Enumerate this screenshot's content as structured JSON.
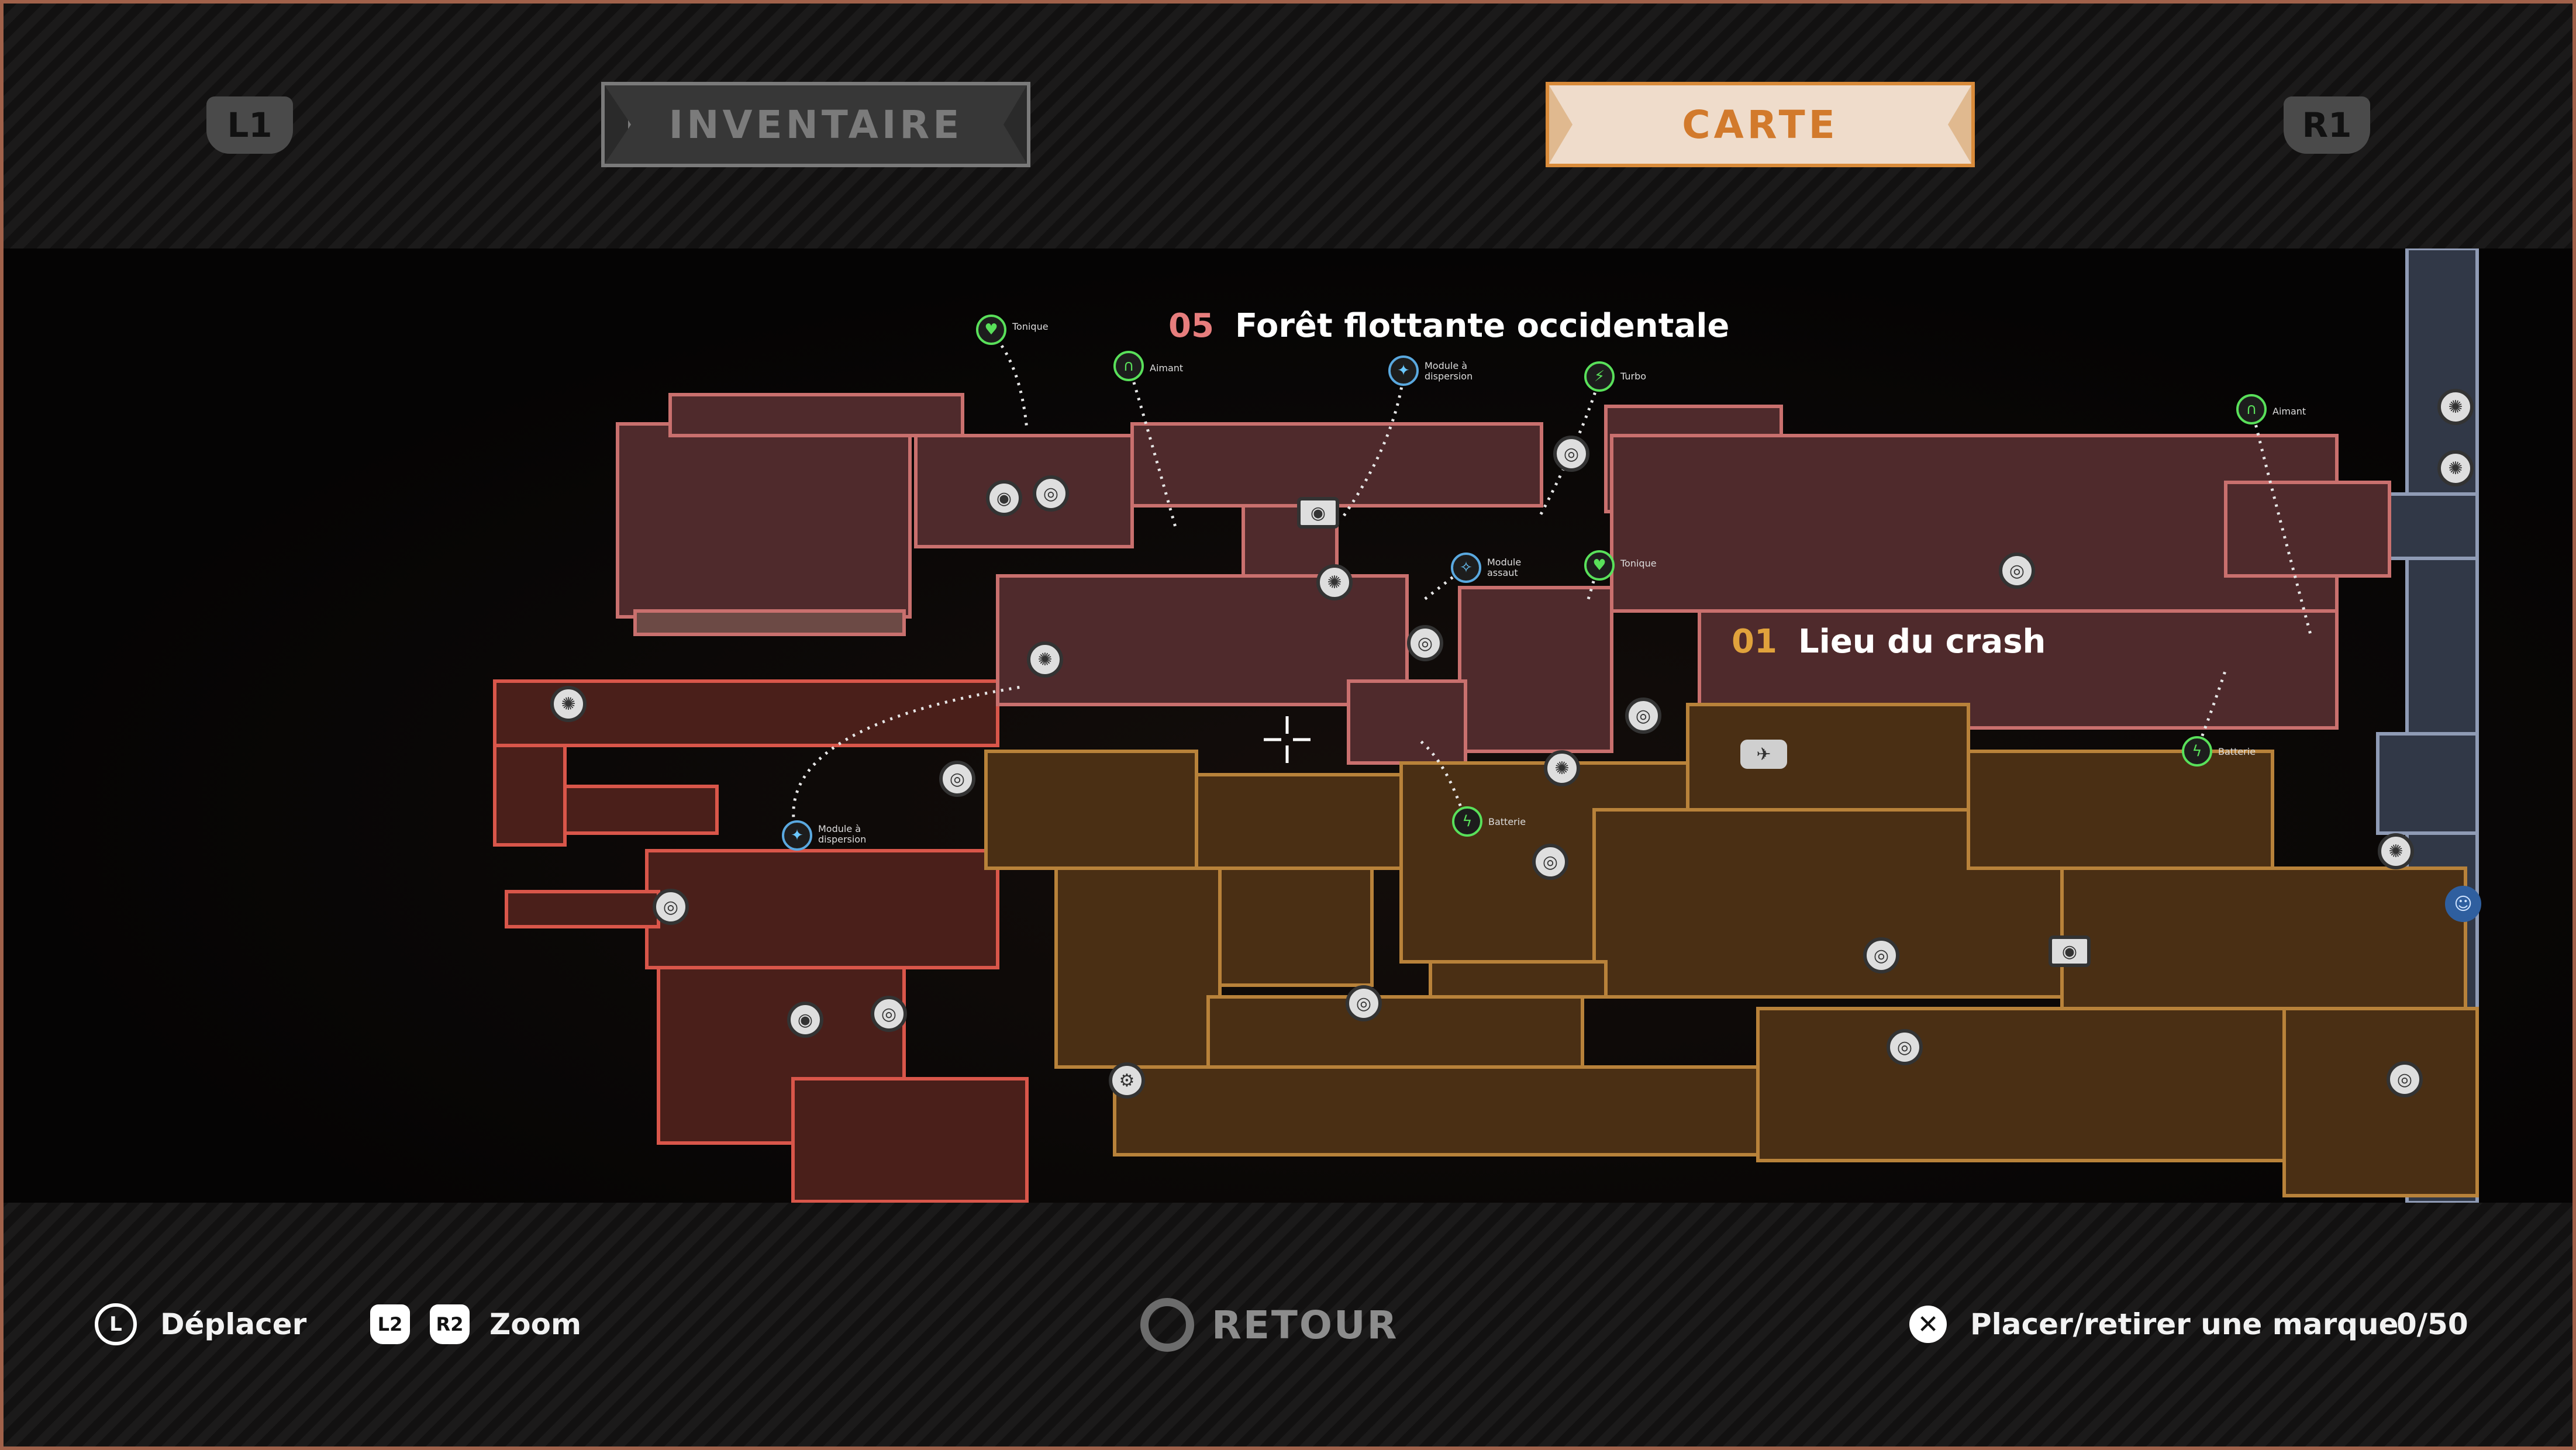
{
  "tabs": {
    "left_shoulder": "L1",
    "right_shoulder": "R1",
    "inventory": "INVENTAIRE",
    "map": "CARTE",
    "active": "map"
  },
  "map": {
    "zones": [
      {
        "number": "05",
        "name": "Forêt flottante occidentale",
        "color": "#e67d7d"
      },
      {
        "number": "01",
        "name": "Lieu du crash",
        "color": "#e0a23c"
      }
    ],
    "pins": [
      {
        "label": "Tonique",
        "icon": "heart-icon",
        "color": "#59e05a"
      },
      {
        "label": "Aimant",
        "icon": "magnet-icon",
        "color": "#59e05a"
      },
      {
        "label": "Module à dispersion",
        "icon": "dispersion-icon",
        "color": "#6bc8ff"
      },
      {
        "label": "Turbo",
        "icon": "turbo-icon",
        "color": "#59e05a"
      },
      {
        "label": "Aimant",
        "icon": "magnet-icon",
        "color": "#59e05a"
      },
      {
        "label": "Module assaut",
        "icon": "assault-icon",
        "color": "#6bc8ff"
      },
      {
        "label": "Tonique",
        "icon": "heart-icon",
        "color": "#59e05a"
      },
      {
        "label": "Batterie",
        "icon": "battery-icon",
        "color": "#59e05a"
      },
      {
        "label": "Batterie",
        "icon": "battery-icon",
        "color": "#59e05a"
      },
      {
        "label": "Module à dispersion",
        "icon": "dispersion-icon",
        "color": "#6bc8ff"
      }
    ],
    "colors": {
      "forest": "#c9706e",
      "crash": "#b8823a",
      "west": "#d9564a",
      "east": "#8f9bb5"
    }
  },
  "controls": {
    "move_key": "L",
    "move_label": "Déplacer",
    "zoom_key_l": "L2",
    "zoom_key_r": "R2",
    "zoom_label": "Zoom",
    "back_label": "RETOUR",
    "mark_key": "✕",
    "mark_label": "Placer/retirer une marque",
    "mark_count": "0/50"
  }
}
